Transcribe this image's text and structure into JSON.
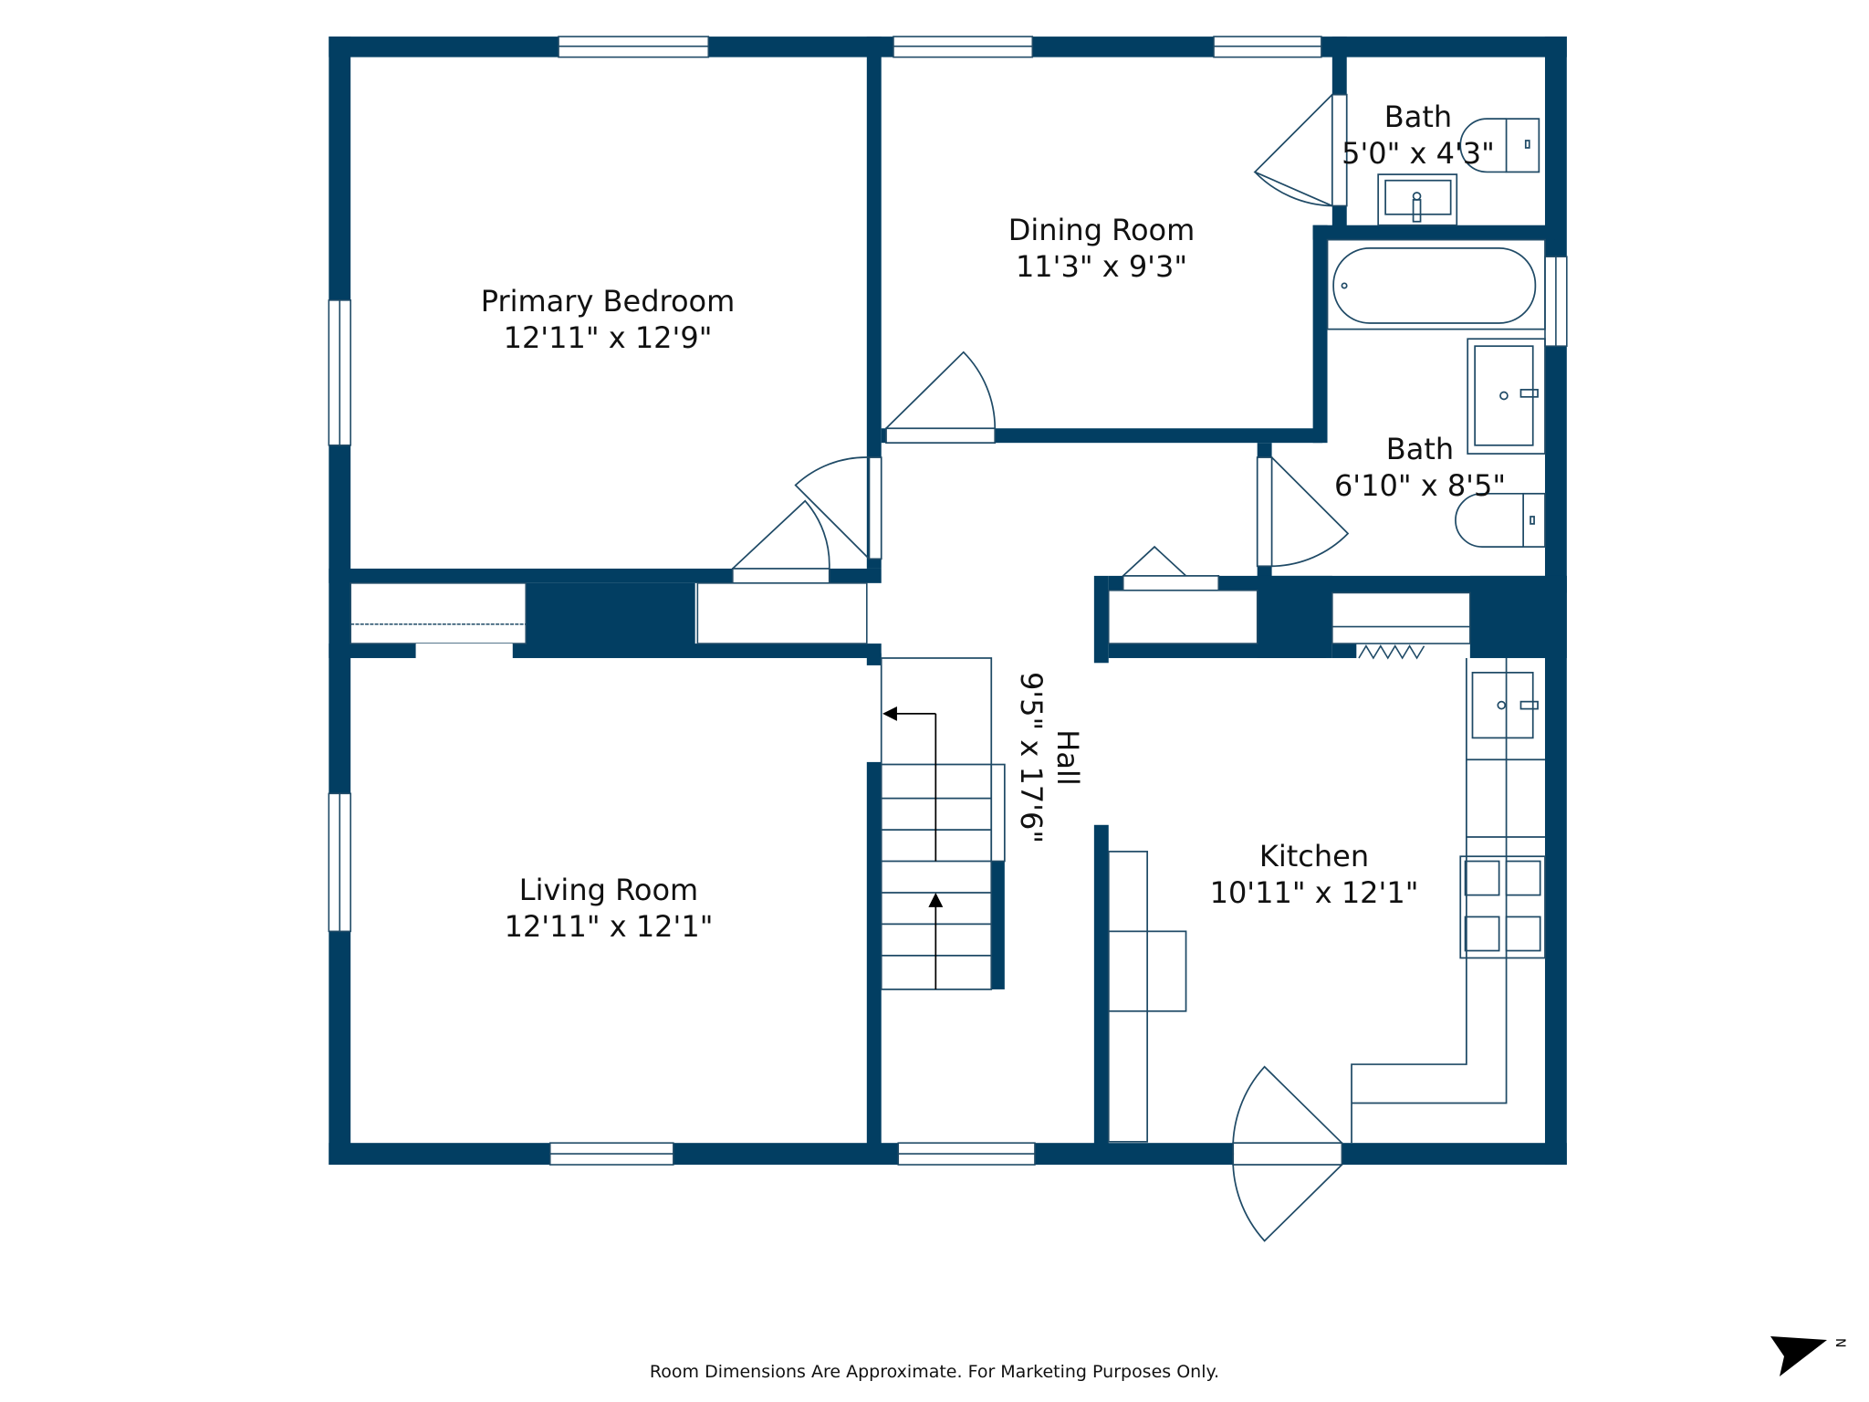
{
  "floorplan": {
    "wall_color": "#023E62",
    "line_color": "#1f4a66",
    "rooms": [
      {
        "id": "primary-bedroom",
        "name": "Primary Bedroom",
        "dims": "12'11\" x 12'9\""
      },
      {
        "id": "dining-room",
        "name": "Dining Room",
        "dims": "11'3\" x 9'3\""
      },
      {
        "id": "bath-small",
        "name": "Bath",
        "dims": "5'0\" x 4'3\""
      },
      {
        "id": "bath-large",
        "name": "Bath",
        "dims": "6'10\" x 8'5\""
      },
      {
        "id": "hall",
        "name": "Hall",
        "dims": "9'5\" x 17'6\""
      },
      {
        "id": "kitchen",
        "name": "Kitchen",
        "dims": "10'11\" x 12'1\""
      },
      {
        "id": "living-room",
        "name": "Living Room",
        "dims": "12'11\" x 12'1\""
      }
    ],
    "disclaimer": "Room Dimensions Are Approximate. For Marketing Purposes Only.",
    "compass": {
      "label": "N",
      "icon": "north-arrow-icon"
    }
  }
}
